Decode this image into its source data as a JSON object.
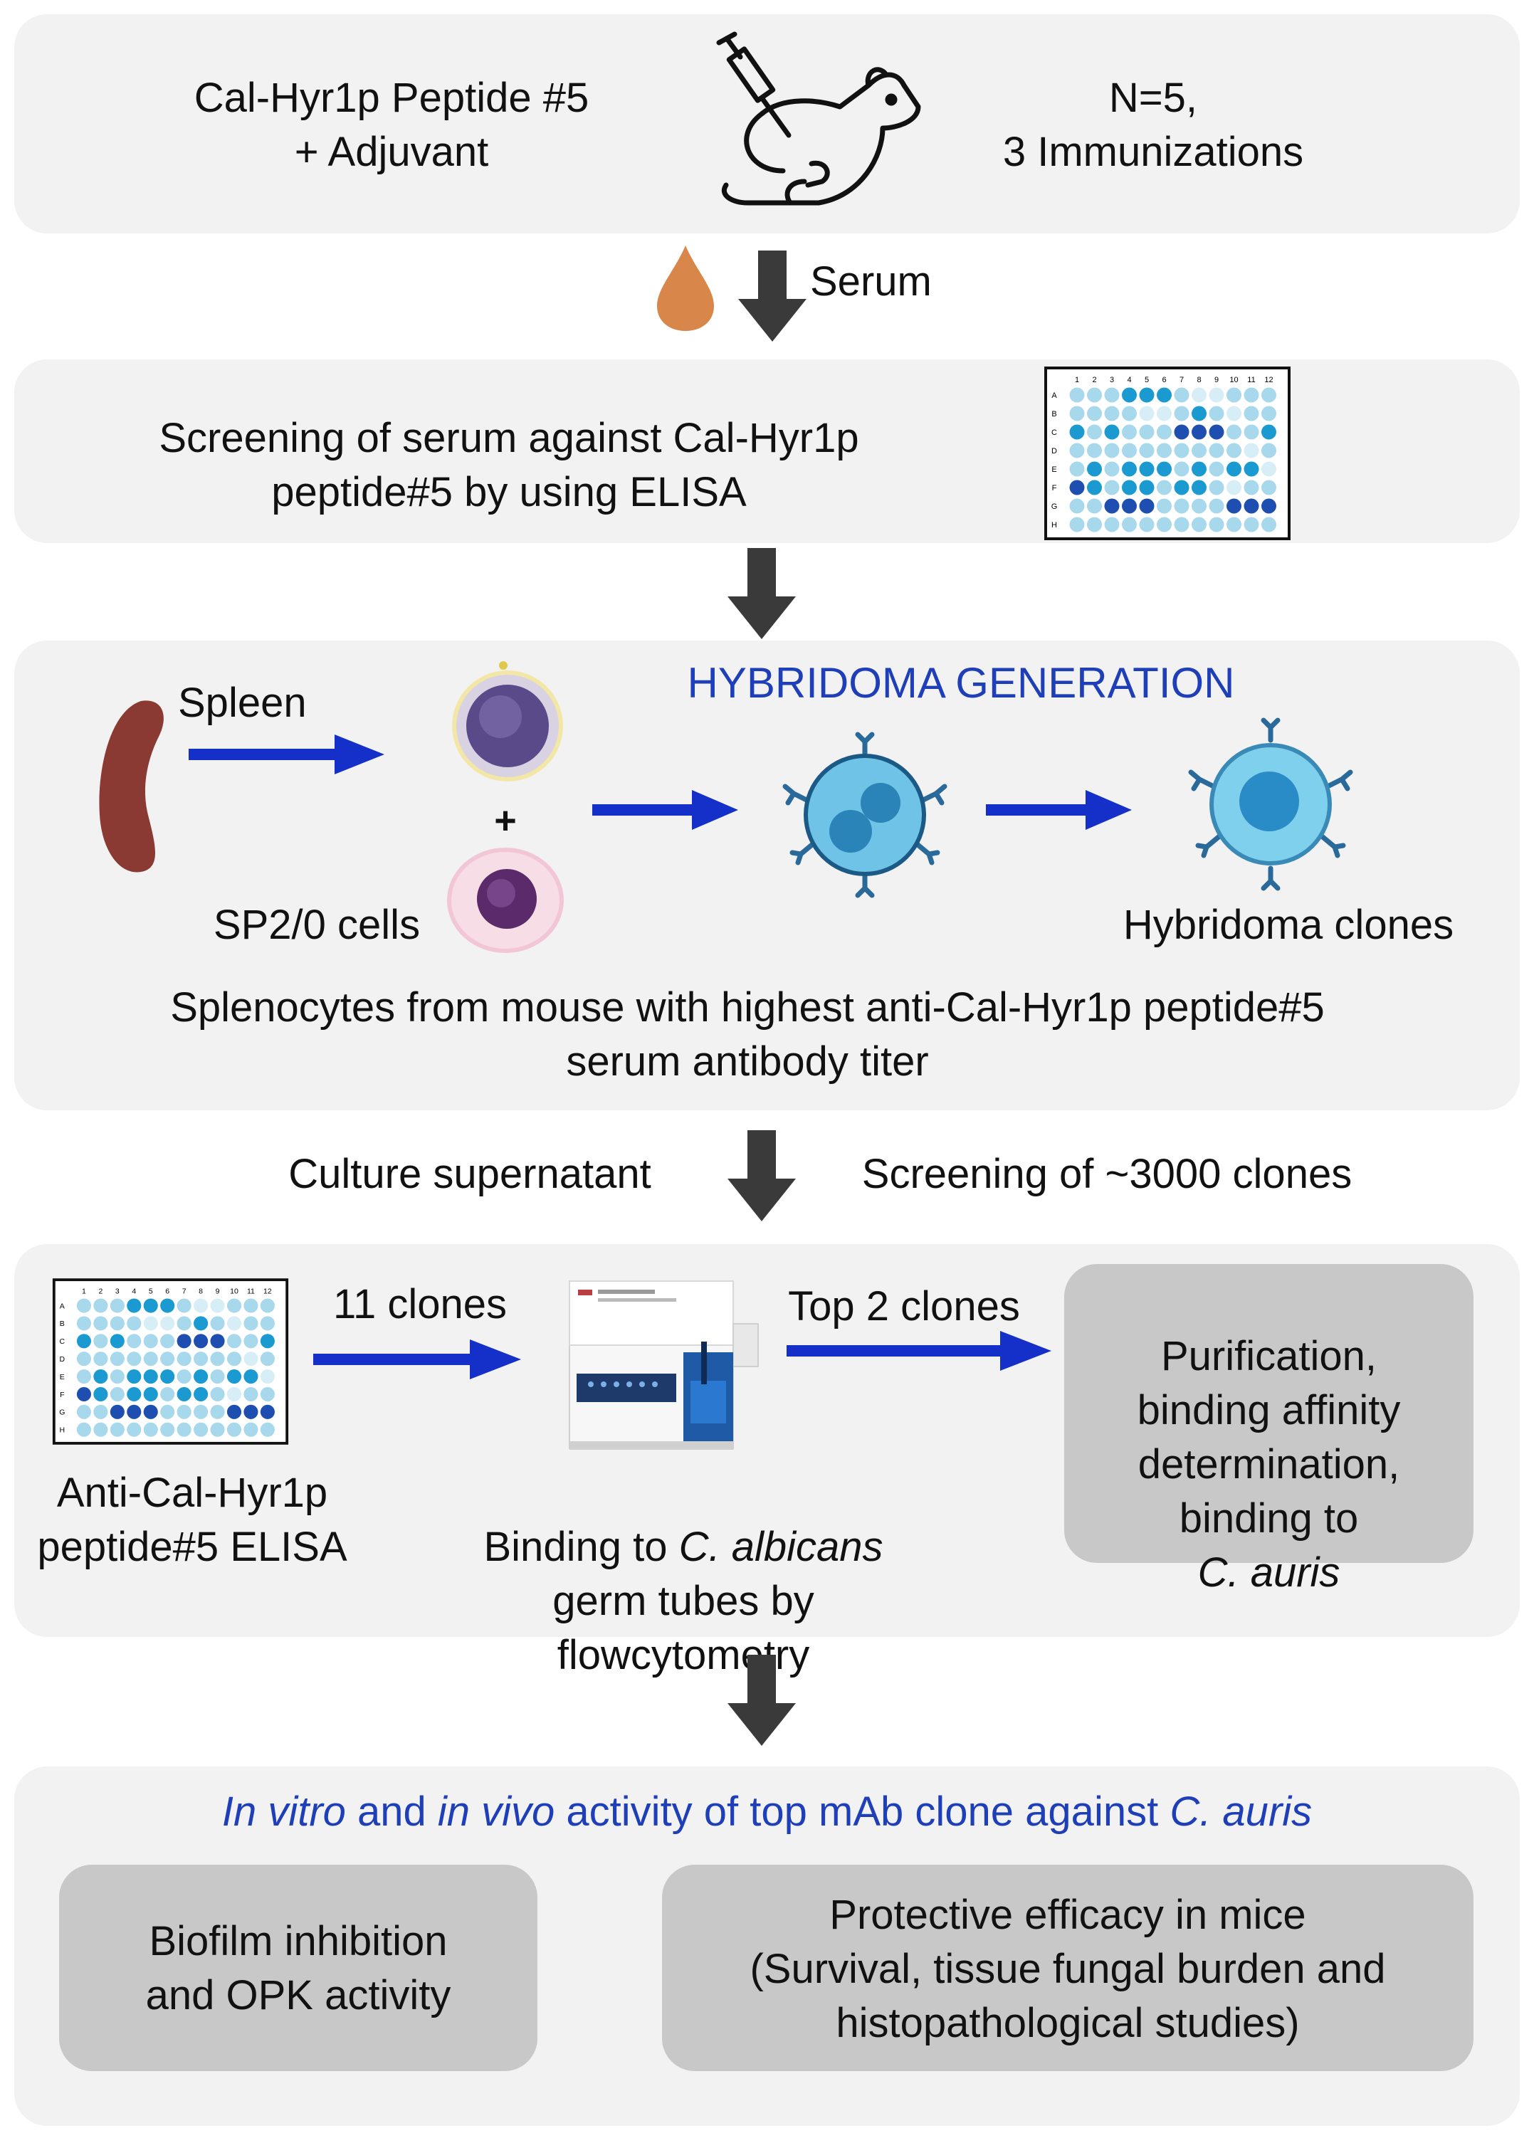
{
  "step1": {
    "left": "Cal-Hyr1p Peptide #5\n+ Adjuvant",
    "right": "N=5,\n3 Immunizations",
    "icon": "mouse-injection-icon"
  },
  "arrow1": {
    "label": "Serum",
    "icon": "blood-drop-icon"
  },
  "step2": {
    "text": "Screening of serum against Cal-Hyr1p\npeptide#5 by using ELISA",
    "icon": "elisa-plate-icon"
  },
  "step3": {
    "title": "HYBRIDOMA GENERATION",
    "spleen_label": "Spleen",
    "plus": "+",
    "sp2_label": "SP2/0 cells",
    "clones_label": "Hybridoma clones",
    "caption": "Splenocytes from mouse with highest anti-Cal-Hyr1p peptide#5\nserum antibody titer"
  },
  "arrow3": {
    "left": "Culture supernatant",
    "right": "Screening of ~3000 clones"
  },
  "step4": {
    "elisa_caption": "Anti-Cal-Hyr1p\npeptide#5 ELISA",
    "arrow_a_label": "11 clones",
    "flow_caption_pre": "Binding to ",
    "flow_caption_italic": "C. albicans",
    "flow_caption_post": "germ tubes by\nflowcytometry",
    "arrow_b_label": "Top 2 clones",
    "purif_text": "Purification,\nbinding affinity\ndetermination,\nbinding to",
    "purif_italic": "C. auris"
  },
  "step5": {
    "title_parts": [
      {
        "text": "In vitro",
        "italic": true
      },
      {
        "text": " and ",
        "italic": false
      },
      {
        "text": "in vivo",
        "italic": true
      },
      {
        "text": " activity of top mAb clone against ",
        "italic": false
      },
      {
        "text": "C. auris",
        "italic": true
      }
    ],
    "box1": "Biofilm inhibition\nand OPK activity",
    "box2": "Protective efficacy in mice\n(Survival, tissue fungal burden and\nhistopathological studies)"
  },
  "plate": {
    "cols": [
      "1",
      "2",
      "3",
      "4",
      "5",
      "6",
      "7",
      "8",
      "9",
      "10",
      "11",
      "12"
    ],
    "rows": [
      "A",
      "B",
      "C",
      "D",
      "E",
      "F",
      "G",
      "H"
    ]
  },
  "colors": {
    "panel": "#f2f2f2",
    "grey_box": "#c8c8c8",
    "arrow_dark": "#3a3a3a",
    "arrow_blue": "#1530c8",
    "title_blue": "#1f3fb8",
    "well_light": "#a8d8ec",
    "well_mid": "#1a9ad0",
    "well_dark": "#1e4fb0",
    "well_pale": "#d8eef7"
  }
}
